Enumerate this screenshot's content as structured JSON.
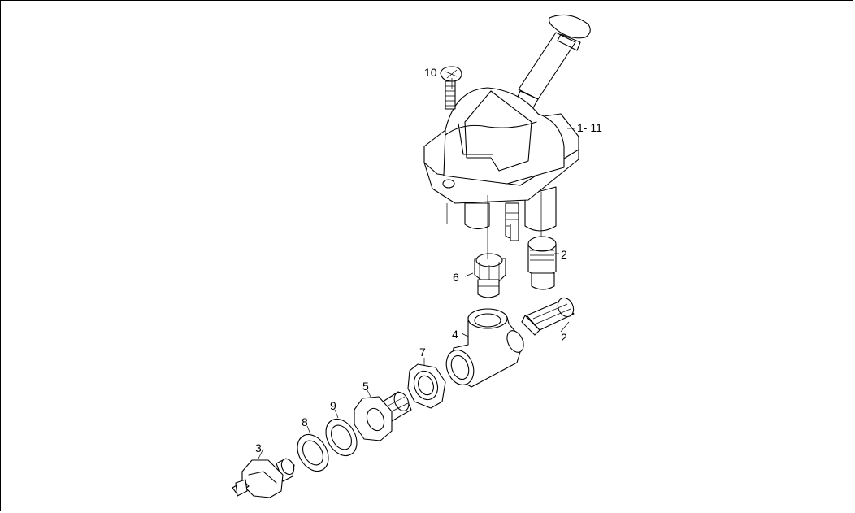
{
  "diagram": {
    "callouts": {
      "c1_11": "1- 11",
      "c2a": "2",
      "c2b": "2",
      "c3": "3",
      "c4": "4",
      "c5": "5",
      "c6": "6",
      "c7": "7",
      "c8": "8",
      "c9": "9",
      "c10": "10"
    }
  }
}
